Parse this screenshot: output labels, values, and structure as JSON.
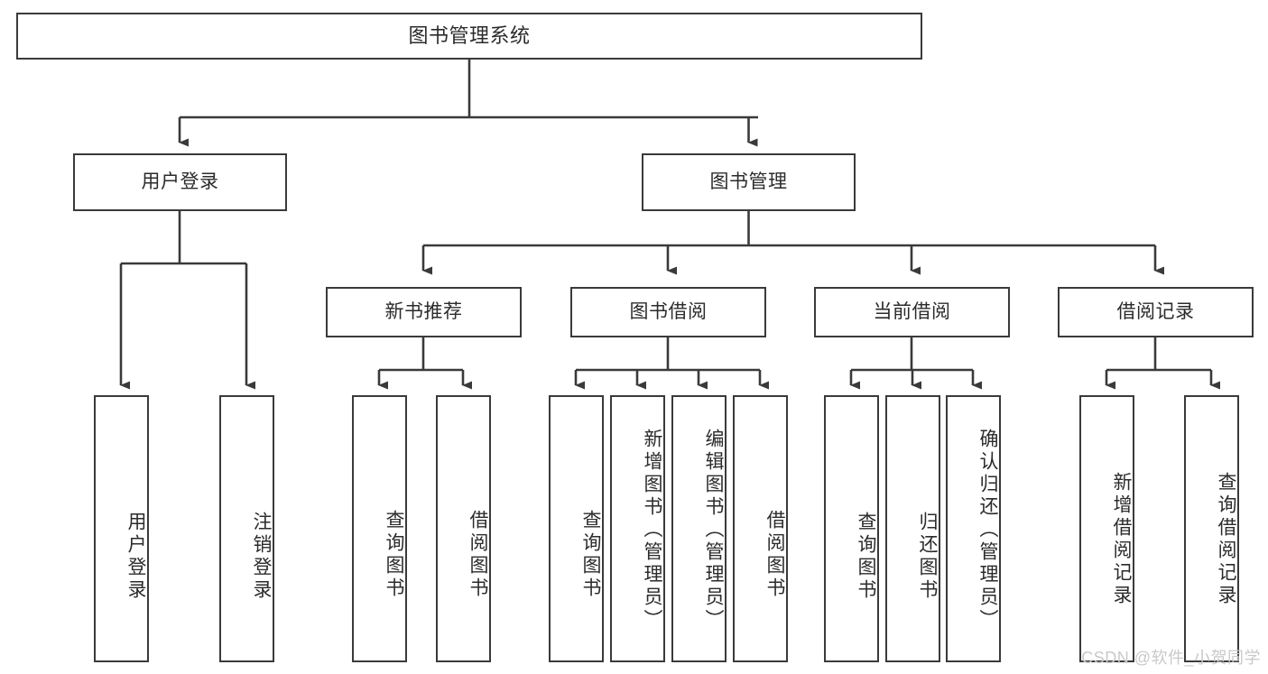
{
  "diagram": {
    "title": "图书管理系统",
    "type": "tree",
    "watermark": "CSDN @软件_小贺同学",
    "colors": {
      "stroke": "#3a3a3a",
      "fill": "#ffffff",
      "text": "#2b2b2b",
      "watermark": "#c9c9c9"
    },
    "nodes": {
      "root": {
        "label": "图书管理系统"
      },
      "level2": [
        {
          "label": "用户登录"
        },
        {
          "label": "图书管理"
        }
      ],
      "level3": [
        {
          "label": "新书推荐"
        },
        {
          "label": "图书借阅"
        },
        {
          "label": "当前借阅"
        },
        {
          "label": "借阅记录"
        }
      ],
      "leaves_user_login": [
        {
          "label": "用户登录"
        },
        {
          "label": "注销登录"
        }
      ],
      "leaves_new_books": [
        {
          "label": "查询图书"
        },
        {
          "label": "借阅图书"
        }
      ],
      "leaves_book_borrow": [
        {
          "label": "查询图书"
        },
        {
          "label": "新增图书（管理员）"
        },
        {
          "label": "编辑图书（管理员）"
        },
        {
          "label": "借阅图书"
        }
      ],
      "leaves_current_borrow": [
        {
          "label": "查询图书"
        },
        {
          "label": "归还图书"
        },
        {
          "label": "确认归还（管理员）"
        }
      ],
      "leaves_borrow_record": [
        {
          "label": "新增借阅记录"
        },
        {
          "label": "查询借阅记录"
        }
      ]
    }
  }
}
